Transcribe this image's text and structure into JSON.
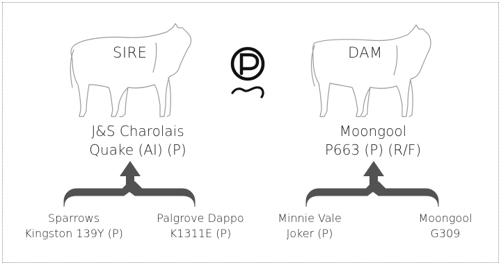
{
  "sire": {
    "tag": "SIRE",
    "name_line1": "J&S Charolais",
    "name_line2": "Quake (AI) (P)",
    "parents": [
      {
        "line1": "Sparrows",
        "line2": "Kingston 139Y (P)"
      },
      {
        "line1": "Palgrove Dappo",
        "line2": "K1311E (P)"
      }
    ]
  },
  "dam": {
    "tag": "DAM",
    "name_line1": "Moongool",
    "name_line2": "P663 (P) (R/F)",
    "parents": [
      {
        "line1": "Minnie Vale",
        "line2": "Joker (P)"
      },
      {
        "line1": "Moongool",
        "line2": "G309"
      }
    ]
  },
  "poll_symbol": "P",
  "icons": [
    "sire-cow-icon",
    "dam-cow-icon",
    "poll-p-icon",
    "arrow-brace-icon"
  ]
}
